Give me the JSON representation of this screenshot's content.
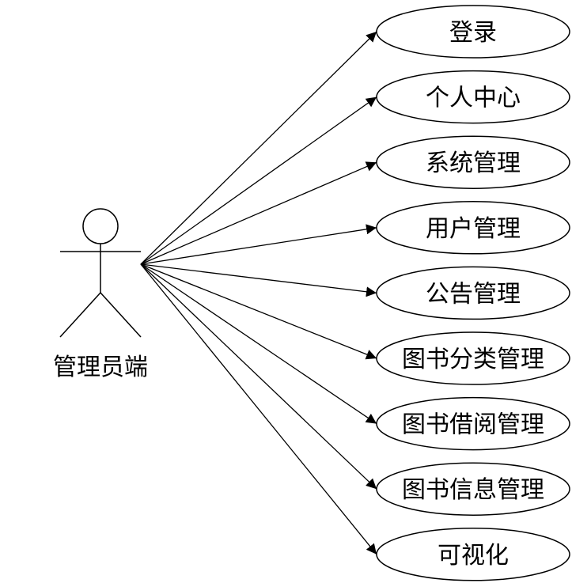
{
  "actor": {
    "label": "管理员端"
  },
  "use_cases": [
    {
      "label": "登录"
    },
    {
      "label": "个人中心"
    },
    {
      "label": "系统管理"
    },
    {
      "label": "用户管理"
    },
    {
      "label": "公告管理"
    },
    {
      "label": "图书分类管理"
    },
    {
      "label": "图书借阅管理"
    },
    {
      "label": "图书信息管理"
    },
    {
      "label": "可视化"
    }
  ]
}
